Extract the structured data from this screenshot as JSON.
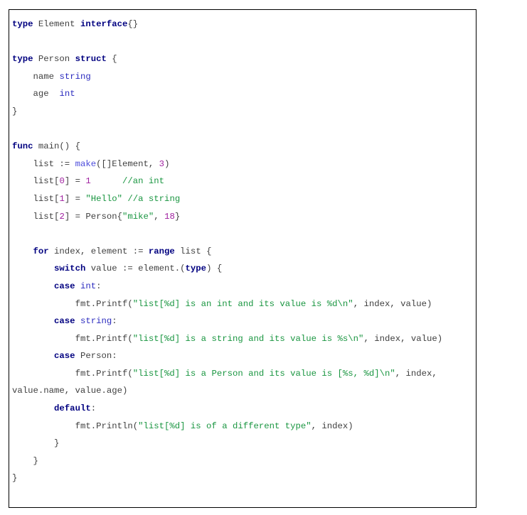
{
  "document": {
    "kind": "code-listing",
    "language": "Go",
    "colors": {
      "background": "#ffffff",
      "border": "#000000",
      "plain": "#404040",
      "keyword": "#000080",
      "type": "#2b2bbf",
      "builtin": "#4b4bdb",
      "number": "#a020a0",
      "string": "#1a9641",
      "comment": "#1a9641"
    }
  },
  "code": {
    "lines": [
      {
        "id": "line-1",
        "text": "type Element interface{}"
      },
      {
        "id": "line-2",
        "text": ""
      },
      {
        "id": "line-3",
        "text": "type Person struct {"
      },
      {
        "id": "line-4",
        "text": "    name string"
      },
      {
        "id": "line-5",
        "text": "    age  int"
      },
      {
        "id": "line-6",
        "text": "}"
      },
      {
        "id": "line-7",
        "text": ""
      },
      {
        "id": "line-8",
        "text": "func main() {"
      },
      {
        "id": "line-9",
        "text": "    list := make([]Element, 3)"
      },
      {
        "id": "line-10",
        "text": "    list[0] = 1      //an int"
      },
      {
        "id": "line-11",
        "text": "    list[1] = \"Hello\" //a string"
      },
      {
        "id": "line-12",
        "text": "    list[2] = Person{\"mike\", 18}"
      },
      {
        "id": "line-13",
        "text": ""
      },
      {
        "id": "line-14",
        "text": "    for index, element := range list {"
      },
      {
        "id": "line-15",
        "text": "        switch value := element.(type) {"
      },
      {
        "id": "line-16",
        "text": "        case int:"
      },
      {
        "id": "line-17",
        "text": "            fmt.Printf(\"list[%d] is an int and its value is %d\\n\", index, value)"
      },
      {
        "id": "line-18",
        "text": "        case string:"
      },
      {
        "id": "line-19",
        "text": "            fmt.Printf(\"list[%d] is a string and its value is %s\\n\", index, value)"
      },
      {
        "id": "line-20",
        "text": "        case Person:"
      },
      {
        "id": "line-21",
        "text": "            fmt.Printf(\"list[%d] is a Person and its value is [%s, %d]\\n\", index, value.name, value.age)"
      },
      {
        "id": "line-22",
        "text": "        default:"
      },
      {
        "id": "line-23",
        "text": "            fmt.Println(\"list[%d] is of a different type\", index)"
      },
      {
        "id": "line-24",
        "text": "        }"
      },
      {
        "id": "line-25",
        "text": "    }"
      },
      {
        "id": "line-26",
        "text": "}"
      }
    ],
    "tokens": [
      [
        {
          "t": "kw",
          "v": "type"
        },
        {
          "t": "pln",
          "v": " Element "
        },
        {
          "t": "kw",
          "v": "interface"
        },
        {
          "t": "punc",
          "v": "{}"
        }
      ],
      [],
      [
        {
          "t": "kw",
          "v": "type"
        },
        {
          "t": "pln",
          "v": " Person "
        },
        {
          "t": "kw",
          "v": "struct"
        },
        {
          "t": "pln",
          "v": " {"
        }
      ],
      [
        {
          "t": "pln",
          "v": "    name "
        },
        {
          "t": "typ",
          "v": "string"
        }
      ],
      [
        {
          "t": "pln",
          "v": "    age  "
        },
        {
          "t": "typ",
          "v": "int"
        }
      ],
      [
        {
          "t": "pln",
          "v": "}"
        }
      ],
      [],
      [
        {
          "t": "kw",
          "v": "func"
        },
        {
          "t": "pln",
          "v": " main() {"
        }
      ],
      [
        {
          "t": "pln",
          "v": "    list := "
        },
        {
          "t": "bi",
          "v": "make"
        },
        {
          "t": "pln",
          "v": "([]Element, "
        },
        {
          "t": "num",
          "v": "3"
        },
        {
          "t": "pln",
          "v": ")"
        }
      ],
      [
        {
          "t": "pln",
          "v": "    list["
        },
        {
          "t": "num",
          "v": "0"
        },
        {
          "t": "pln",
          "v": "] = "
        },
        {
          "t": "num",
          "v": "1"
        },
        {
          "t": "pln",
          "v": "      "
        },
        {
          "t": "cmt",
          "v": "//an int"
        }
      ],
      [
        {
          "t": "pln",
          "v": "    list["
        },
        {
          "t": "num",
          "v": "1"
        },
        {
          "t": "pln",
          "v": "] = "
        },
        {
          "t": "str",
          "v": "\"Hello\""
        },
        {
          "t": "pln",
          "v": " "
        },
        {
          "t": "cmt",
          "v": "//a string"
        }
      ],
      [
        {
          "t": "pln",
          "v": "    list["
        },
        {
          "t": "num",
          "v": "2"
        },
        {
          "t": "pln",
          "v": "] = Person{"
        },
        {
          "t": "str",
          "v": "\"mike\""
        },
        {
          "t": "pln",
          "v": ", "
        },
        {
          "t": "num",
          "v": "18"
        },
        {
          "t": "pln",
          "v": "}"
        }
      ],
      [],
      [
        {
          "t": "pln",
          "v": "    "
        },
        {
          "t": "kw",
          "v": "for"
        },
        {
          "t": "pln",
          "v": " index, element := "
        },
        {
          "t": "kw",
          "v": "range"
        },
        {
          "t": "pln",
          "v": " list {"
        }
      ],
      [
        {
          "t": "pln",
          "v": "        "
        },
        {
          "t": "kw",
          "v": "switch"
        },
        {
          "t": "pln",
          "v": " value := element.("
        },
        {
          "t": "kw",
          "v": "type"
        },
        {
          "t": "pln",
          "v": ") {"
        }
      ],
      [
        {
          "t": "pln",
          "v": "        "
        },
        {
          "t": "kw",
          "v": "case"
        },
        {
          "t": "pln",
          "v": " "
        },
        {
          "t": "typ",
          "v": "int"
        },
        {
          "t": "pln",
          "v": ":"
        }
      ],
      [
        {
          "t": "pln",
          "v": "            fmt.Printf("
        },
        {
          "t": "str",
          "v": "\"list[%d] is an int and its value is %d\\n\""
        },
        {
          "t": "pln",
          "v": ", index, value)"
        }
      ],
      [
        {
          "t": "pln",
          "v": "        "
        },
        {
          "t": "kw",
          "v": "case"
        },
        {
          "t": "pln",
          "v": " "
        },
        {
          "t": "typ",
          "v": "string"
        },
        {
          "t": "pln",
          "v": ":"
        }
      ],
      [
        {
          "t": "pln",
          "v": "            fmt.Printf("
        },
        {
          "t": "str",
          "v": "\"list[%d] is a string and its value is %s\\n\""
        },
        {
          "t": "pln",
          "v": ", index, value)"
        }
      ],
      [
        {
          "t": "pln",
          "v": "        "
        },
        {
          "t": "kw",
          "v": "case"
        },
        {
          "t": "pln",
          "v": " Person:"
        }
      ],
      [
        {
          "t": "pln",
          "v": "            fmt.Printf("
        },
        {
          "t": "str",
          "v": "\"list[%d] is a Person and its value is [%s, %d]\\n\""
        },
        {
          "t": "pln",
          "v": ", index, value.name, value.age)"
        }
      ],
      [
        {
          "t": "pln",
          "v": "        "
        },
        {
          "t": "kw",
          "v": "default"
        },
        {
          "t": "pln",
          "v": ":"
        }
      ],
      [
        {
          "t": "pln",
          "v": "            fmt.Println("
        },
        {
          "t": "str",
          "v": "\"list[%d] is of a different type\""
        },
        {
          "t": "pln",
          "v": ", index)"
        }
      ],
      [
        {
          "t": "pln",
          "v": "        }"
        }
      ],
      [
        {
          "t": "pln",
          "v": "    }"
        }
      ],
      [
        {
          "t": "pln",
          "v": "}"
        }
      ]
    ]
  }
}
